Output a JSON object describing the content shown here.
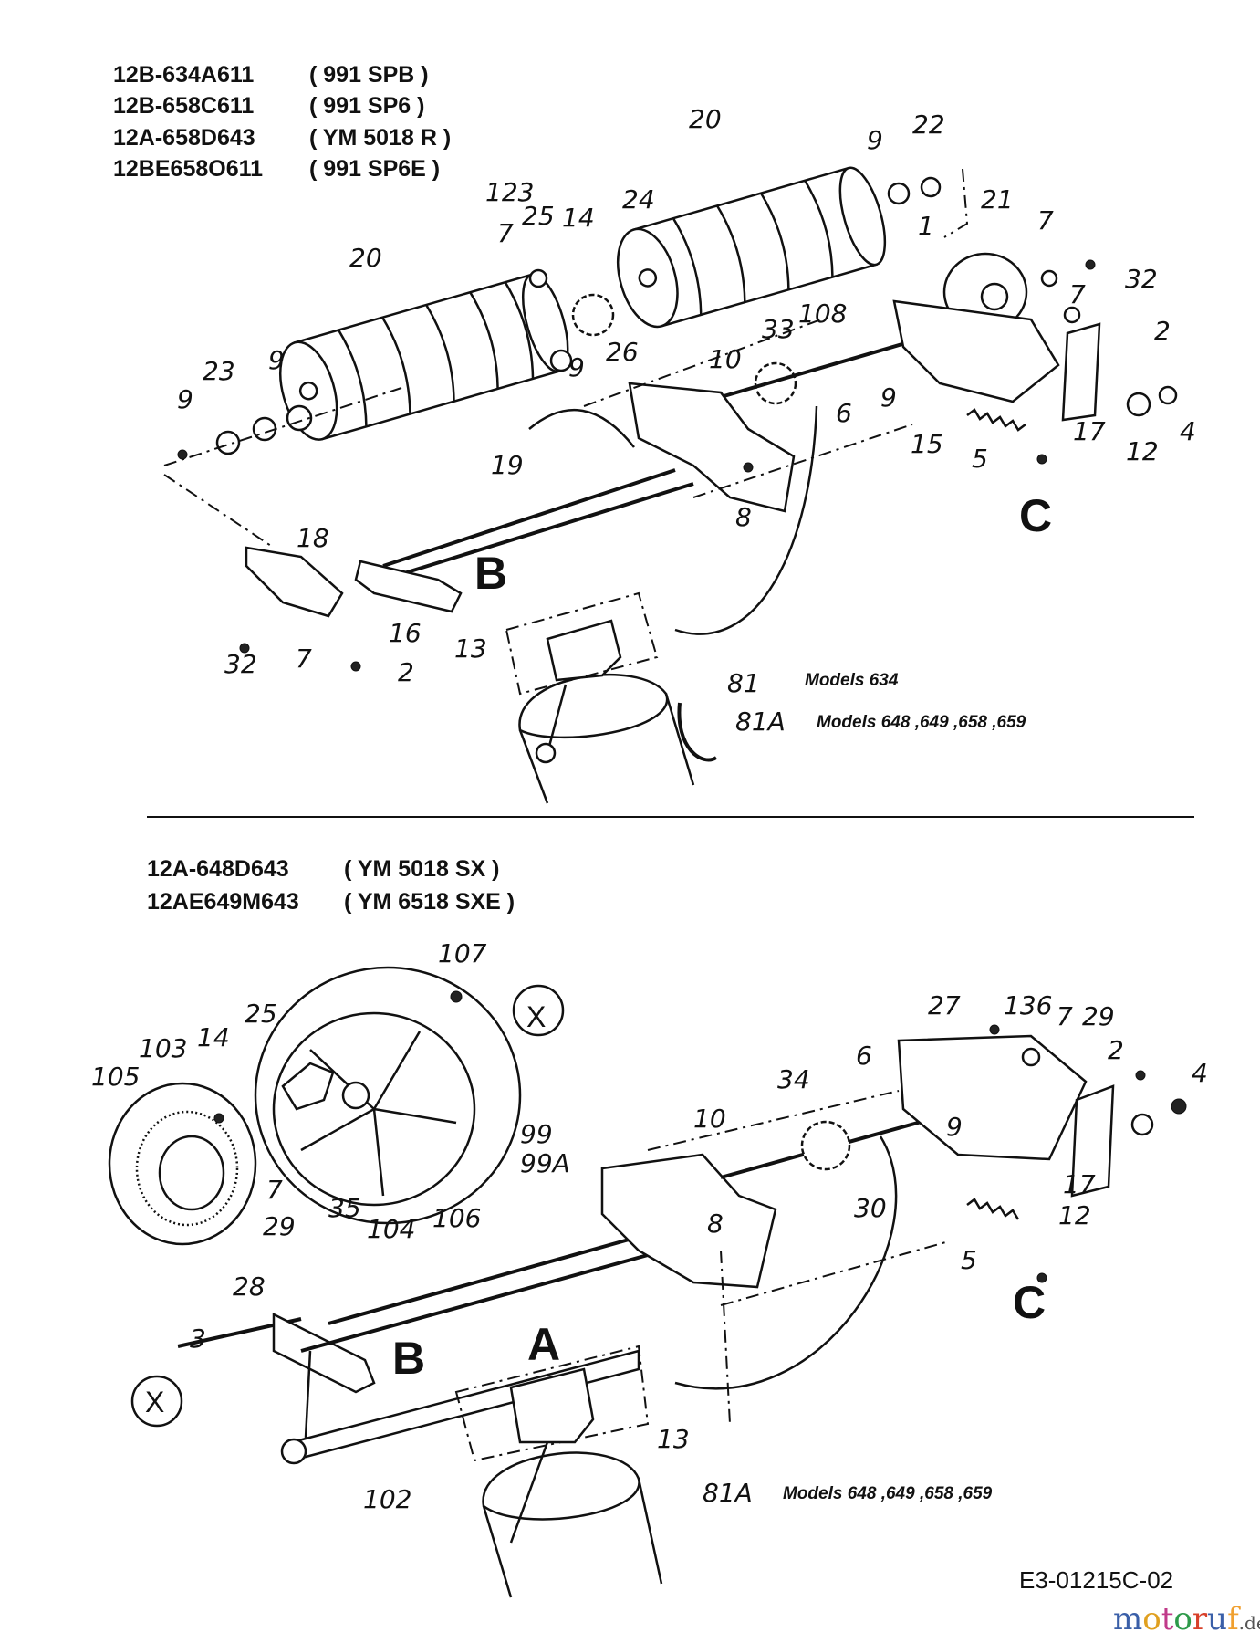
{
  "top_section": {
    "models": [
      {
        "code": "12B-634A611",
        "name": "( 991 SPB )"
      },
      {
        "code": "12B-658C611",
        "name": "( 991 SP6 )"
      },
      {
        "code": "12A-658D643",
        "name": "( YM 5018 R )"
      },
      {
        "code": "12BE658O611",
        "name": "( 991 SP6E )"
      }
    ],
    "callouts": [
      "20",
      "9",
      "22",
      "21",
      "7",
      "32",
      "7",
      "2",
      "1",
      "123",
      "25",
      "14",
      "24",
      "7",
      "20",
      "9",
      "26",
      "33",
      "108",
      "10",
      "6",
      "9",
      "15",
      "17",
      "12",
      "4",
      "5",
      "23",
      "9",
      "9",
      "19",
      "8",
      "18",
      "16",
      "32",
      "7",
      "2",
      "13",
      "81",
      "81A"
    ],
    "letters": {
      "b": "B",
      "c": "C"
    },
    "note_81": "Models 634",
    "note_81a": "Models 648 ,649 ,658 ,659"
  },
  "bottom_section": {
    "models": [
      {
        "code": "12A-648D643",
        "name": "( YM 5018 SX )"
      },
      {
        "code": "12AE649M643",
        "name": "( YM 6518 SXE )"
      }
    ],
    "callouts": [
      "107",
      "27",
      "136",
      "7",
      "29",
      "2",
      "4",
      "25",
      "14",
      "103",
      "105",
      "99",
      "99A",
      "7",
      "29",
      "35",
      "104",
      "106",
      "34",
      "6",
      "10",
      "9",
      "17",
      "12",
      "30",
      "5",
      "8",
      "28",
      "3",
      "102",
      "13",
      "81A"
    ],
    "letters": {
      "x": "X",
      "a": "A",
      "b": "B",
      "c": "C"
    },
    "note_81a": "Models 648 ,649 ,658 ,659"
  },
  "footer": {
    "diagram_code": "E3-01215C-02",
    "watermark": "motoruf.de",
    "watermark_colors": [
      "#3a5fa8",
      "#e0a020",
      "#c03a8a",
      "#2e9a4a",
      "#d8402a",
      "#f0a030"
    ]
  }
}
